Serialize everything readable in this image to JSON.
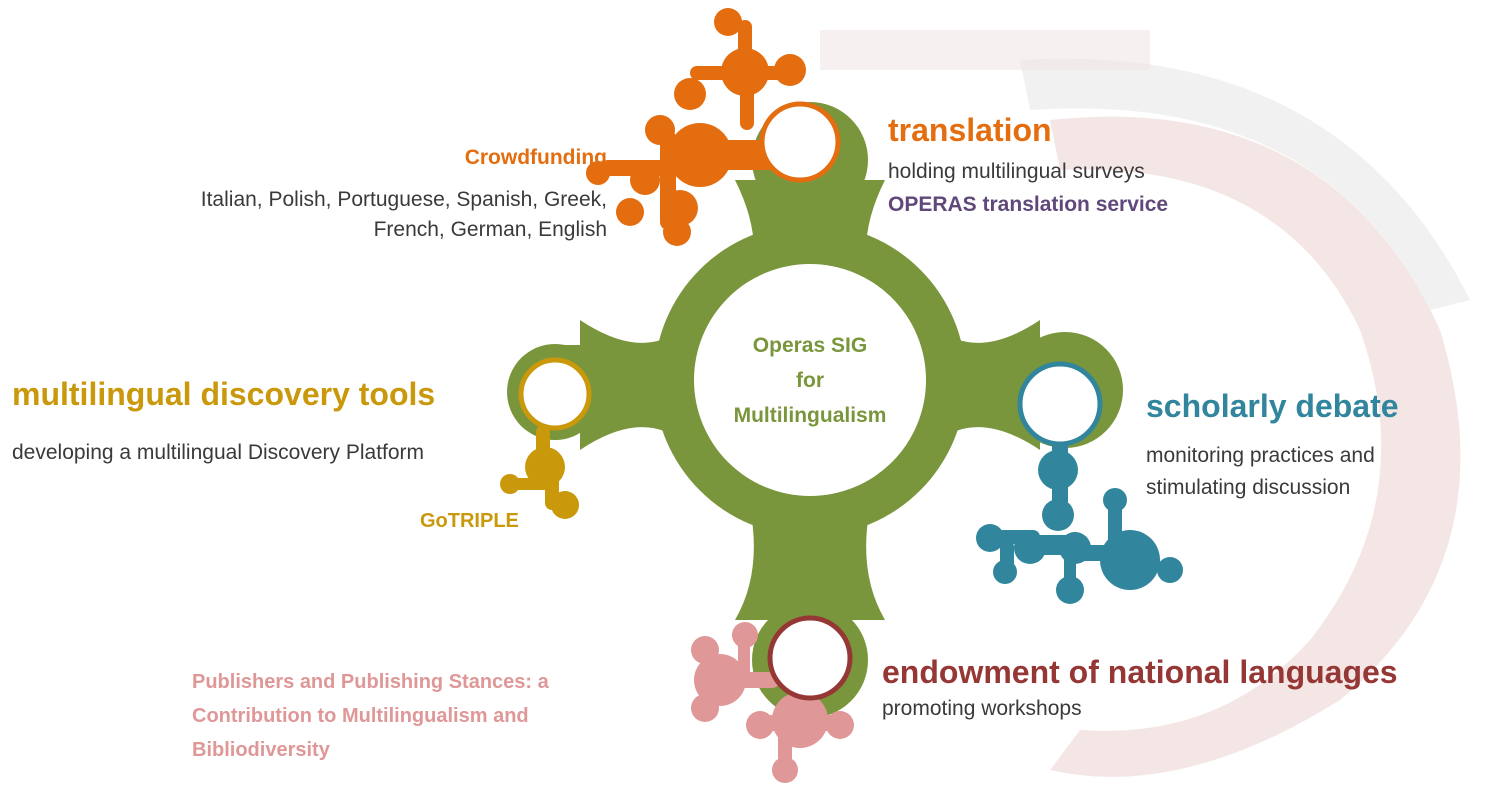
{
  "colors": {
    "hub": "#7a963c",
    "orange": "#e46d0f",
    "gold": "#c9980b",
    "teal": "#31859c",
    "maroon": "#953735",
    "pink": "#df9797",
    "purple": "#60497a",
    "watermark_red": "#f0d9d9",
    "watermark_gray": "#ececec"
  },
  "hub": {
    "label_line1": "Operas SIG",
    "label_line2": "for",
    "label_line3": "Multilingualism"
  },
  "translation": {
    "title": "translation",
    "subtitle": "holding multilingual surveys",
    "service": "OPERAS translation service"
  },
  "crowdfunding": {
    "title": "Crowdfunding",
    "languages_line1": "Italian, Polish, Portuguese, Spanish, Greek,",
    "languages_line2": "French, German, English"
  },
  "discovery": {
    "title": "multilingual discovery tools",
    "subtitle": "developing a multilingual Discovery Platform",
    "project": "GoTRIPLE"
  },
  "scholarly": {
    "title": "scholarly debate",
    "subtitle": "monitoring practices and stimulating discussion"
  },
  "endowment": {
    "title": "endowment of national languages",
    "subtitle": "promoting workshops"
  },
  "publishers": {
    "title": "Publishers and Publishing Stances: a Contribution to Multilingualism and Bibliodiversity"
  }
}
